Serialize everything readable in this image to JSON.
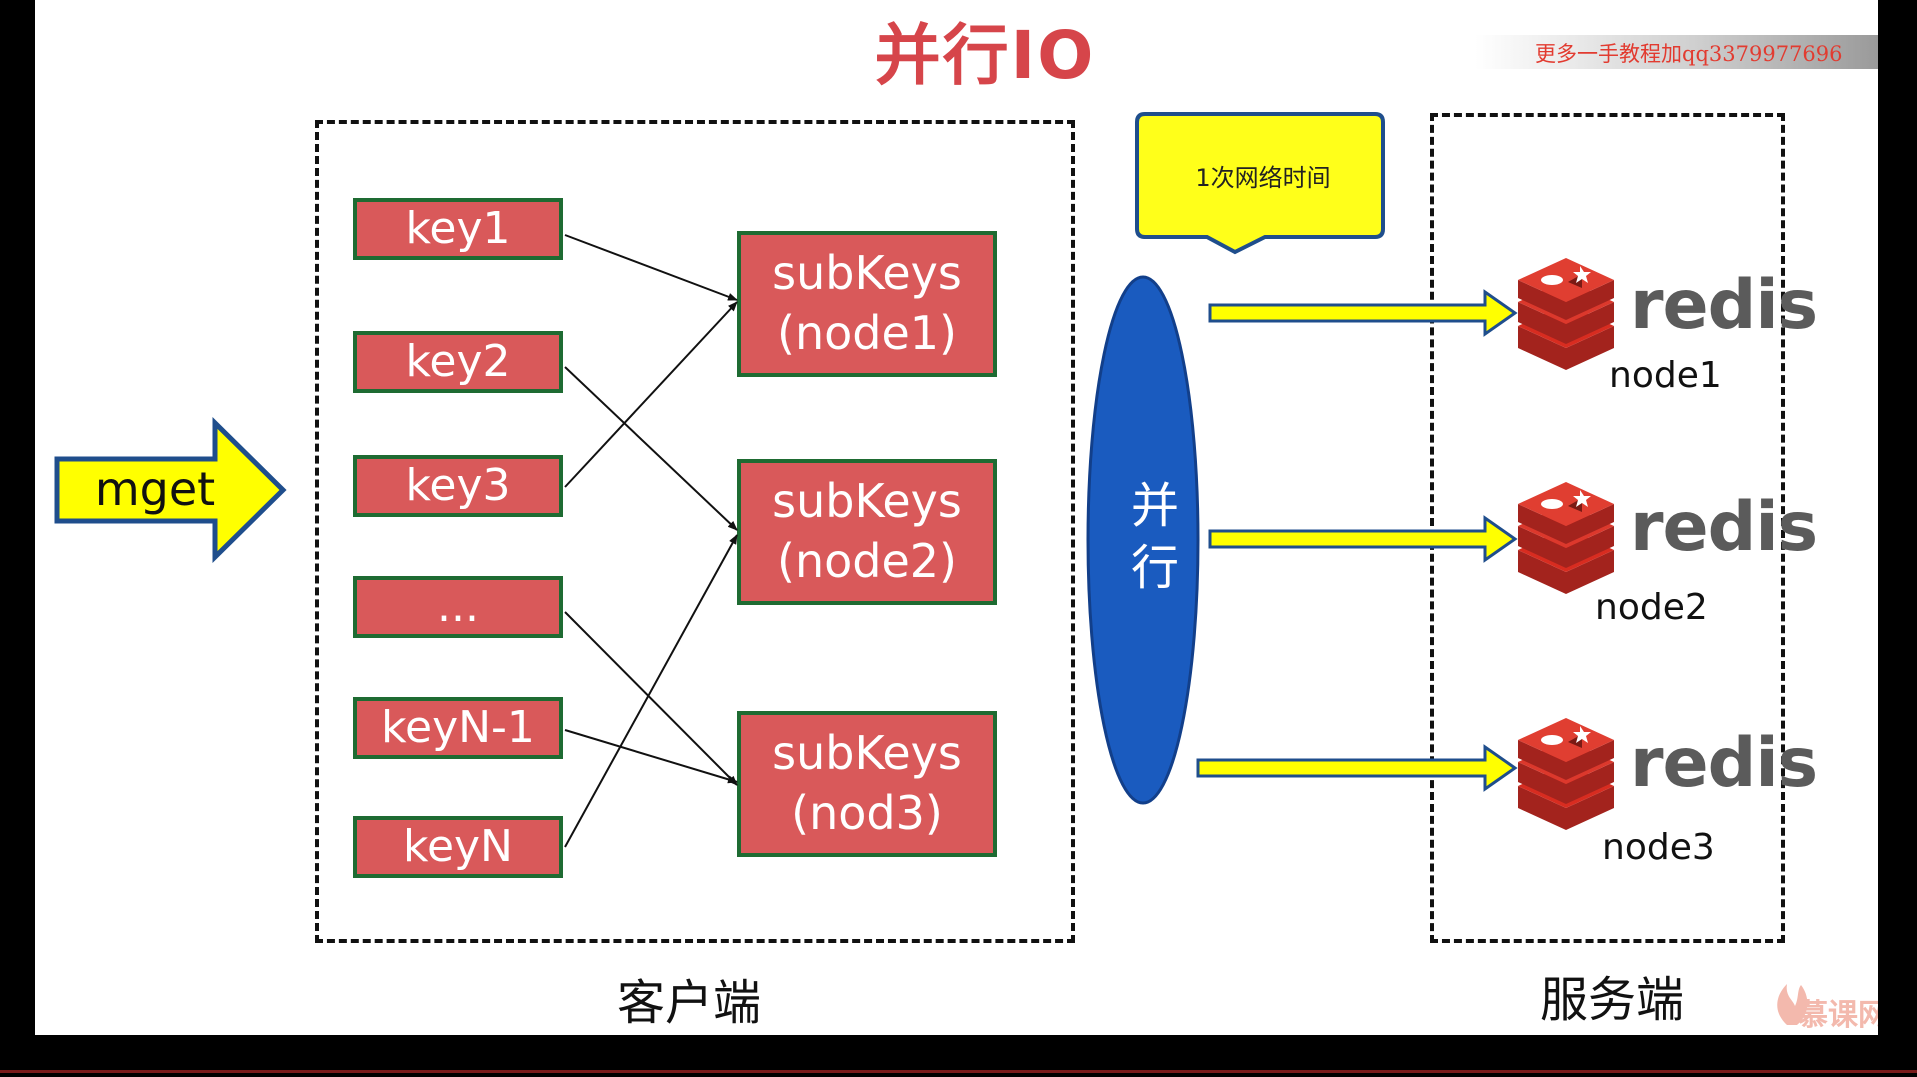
{
  "title": "并行IO",
  "watermark": "更多一手教程加qq3379977696",
  "client_label": "客户端",
  "server_label": "服务端",
  "input_label": "mget",
  "callout": "1次网络时间",
  "parallel_label": [
    "并",
    "行"
  ],
  "keys": [
    "key1",
    "key2",
    "key3",
    "...",
    "keyN-1",
    "keyN"
  ],
  "subkeys": [
    {
      "line1": "subKeys",
      "line2": "(node1)"
    },
    {
      "line1": "subKeys",
      "line2": "(node2)"
    },
    {
      "line1": "subKeys",
      "line2": "(nod3)"
    }
  ],
  "nodes": [
    {
      "logo": "redis",
      "label": "node1"
    },
    {
      "logo": "redis",
      "label": "node2"
    },
    {
      "logo": "redis",
      "label": "node3"
    }
  ],
  "brand": "慕课网",
  "colors": {
    "key_fill": "#d9595a",
    "key_border": "#1e6b32",
    "arrow_fill": "#ffff00",
    "arrow_border": "#1f4e8c",
    "parallel_fill": "#1a5bbf",
    "title": "#d6454a"
  },
  "icons": [
    "redis-logo-icon",
    "brand-flame-icon"
  ]
}
